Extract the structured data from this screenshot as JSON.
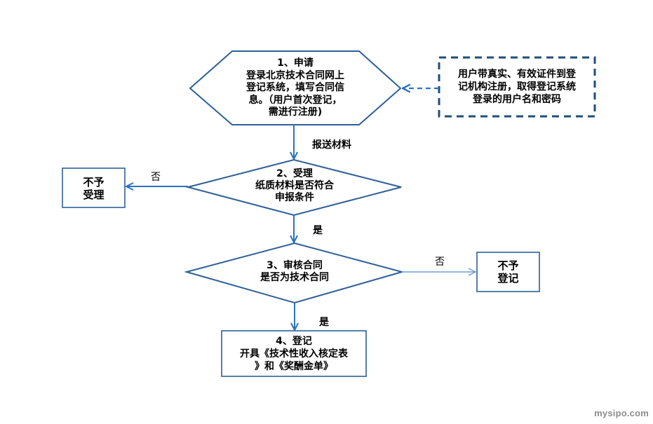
{
  "colors": {
    "shape_stroke": "#2e5f96",
    "arrow": "#2a73c0",
    "arrow_light": "#6d9fd6",
    "dashed_box": "#1f4e79",
    "text": "#000000",
    "watermark": "#8c8c8c"
  },
  "nodes": {
    "step1": {
      "shape": "hexagon",
      "lines": [
        "1、申请",
        "登录北京技术合同网上",
        "登记系统，填写合同信",
        "息。（用户首次登记，",
        "需进行注册)"
      ]
    },
    "note": {
      "shape": "dashed-rectangle",
      "lines": [
        "用户带真实、有效证件到登",
        "记机构注册，取得登记系统",
        "登录的用户名和密码"
      ]
    },
    "step2": {
      "shape": "diamond",
      "lines": [
        "2、受理",
        "纸质材料是否符合",
        "申报条件"
      ]
    },
    "reject_accept": {
      "shape": "rectangle",
      "lines": [
        "不予",
        "受理"
      ]
    },
    "step3": {
      "shape": "diamond",
      "lines": [
        "3、审核合同",
        "是否为技术合同"
      ]
    },
    "reject_register": {
      "shape": "rectangle",
      "lines": [
        "不予",
        "登记"
      ]
    },
    "step4": {
      "shape": "rectangle",
      "lines": [
        "4、登记",
        "开具《技术性收入核定表",
        "》和《奖酬金单》"
      ]
    }
  },
  "edges": [
    {
      "from": "note",
      "to": "step1",
      "label": "",
      "style": "dashed"
    },
    {
      "from": "step1",
      "to": "step2",
      "label": "报送材料",
      "style": "solid"
    },
    {
      "from": "step2",
      "to": "reject_accept",
      "label": "否",
      "style": "solid"
    },
    {
      "from": "step2",
      "to": "step3",
      "label": "是",
      "style": "solid"
    },
    {
      "from": "step3",
      "to": "reject_register",
      "label": "否",
      "style": "light"
    },
    {
      "from": "step3",
      "to": "step4",
      "label": "是",
      "style": "solid"
    }
  ],
  "edge_labels": {
    "submit": "报送材料",
    "no1": "否",
    "yes1": "是",
    "no2": "否",
    "yes2": "是"
  },
  "watermark": "mysipo.com"
}
